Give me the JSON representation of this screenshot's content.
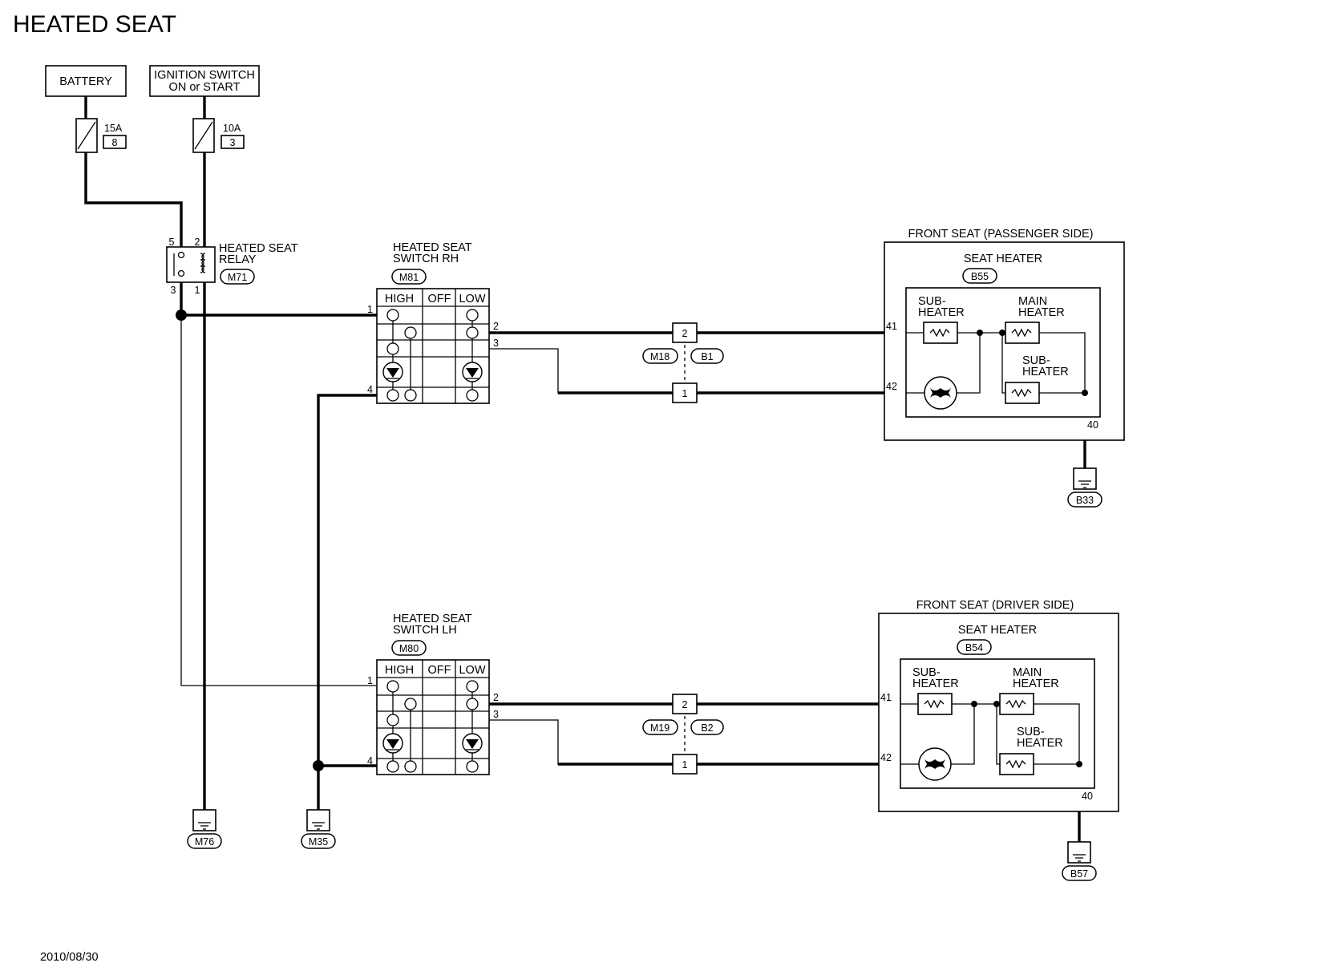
{
  "title": "HEATED SEAT",
  "date": "2010/08/30",
  "sources": {
    "battery": "BATTERY",
    "ignition_line1": "IGNITION SWITCH",
    "ignition_line2": "ON or START"
  },
  "fuses": {
    "battery_fuse": {
      "rating": "15A",
      "number": "8"
    },
    "ignition_fuse": {
      "rating": "10A",
      "number": "3"
    }
  },
  "relay": {
    "name_line1": "HEATED SEAT",
    "name_line2": "RELAY",
    "connector": "M71",
    "pins": {
      "p5": "5",
      "p2": "2",
      "p3": "3",
      "p1": "1"
    }
  },
  "switches": {
    "rh": {
      "name_line1": "HEATED SEAT",
      "name_line2": "SWITCH RH",
      "connector": "M81"
    },
    "lh": {
      "name_line1": "HEATED SEAT",
      "name_line2": "SWITCH LH",
      "connector": "M80"
    },
    "positions": {
      "high": "HIGH",
      "off": "OFF",
      "low": "LOW"
    },
    "pins": {
      "p1": "1",
      "p2": "2",
      "p3": "3",
      "p4": "4"
    }
  },
  "joints": {
    "upper": {
      "left": "M18",
      "right": "B1",
      "pin_top": "2",
      "pin_bottom": "1"
    },
    "lower": {
      "left": "M19",
      "right": "B2",
      "pin_top": "2",
      "pin_bottom": "1"
    }
  },
  "seats": {
    "passenger": {
      "frame": "FRONT SEAT (PASSENGER SIDE)",
      "heater": "SEAT HEATER",
      "connector": "B55",
      "ground": "B33"
    },
    "driver": {
      "frame": "FRONT SEAT (DRIVER SIDE)",
      "heater": "SEAT HEATER",
      "connector": "B54",
      "ground": "B57"
    },
    "sub_line1": "SUB-",
    "sub_line2": "HEATER",
    "main_line1": "MAIN",
    "main_line2": "HEATER",
    "pins": {
      "p41": "41",
      "p42": "42",
      "p40": "40"
    }
  },
  "grounds": {
    "relay_ground": "M76",
    "switch_ground": "M35"
  }
}
